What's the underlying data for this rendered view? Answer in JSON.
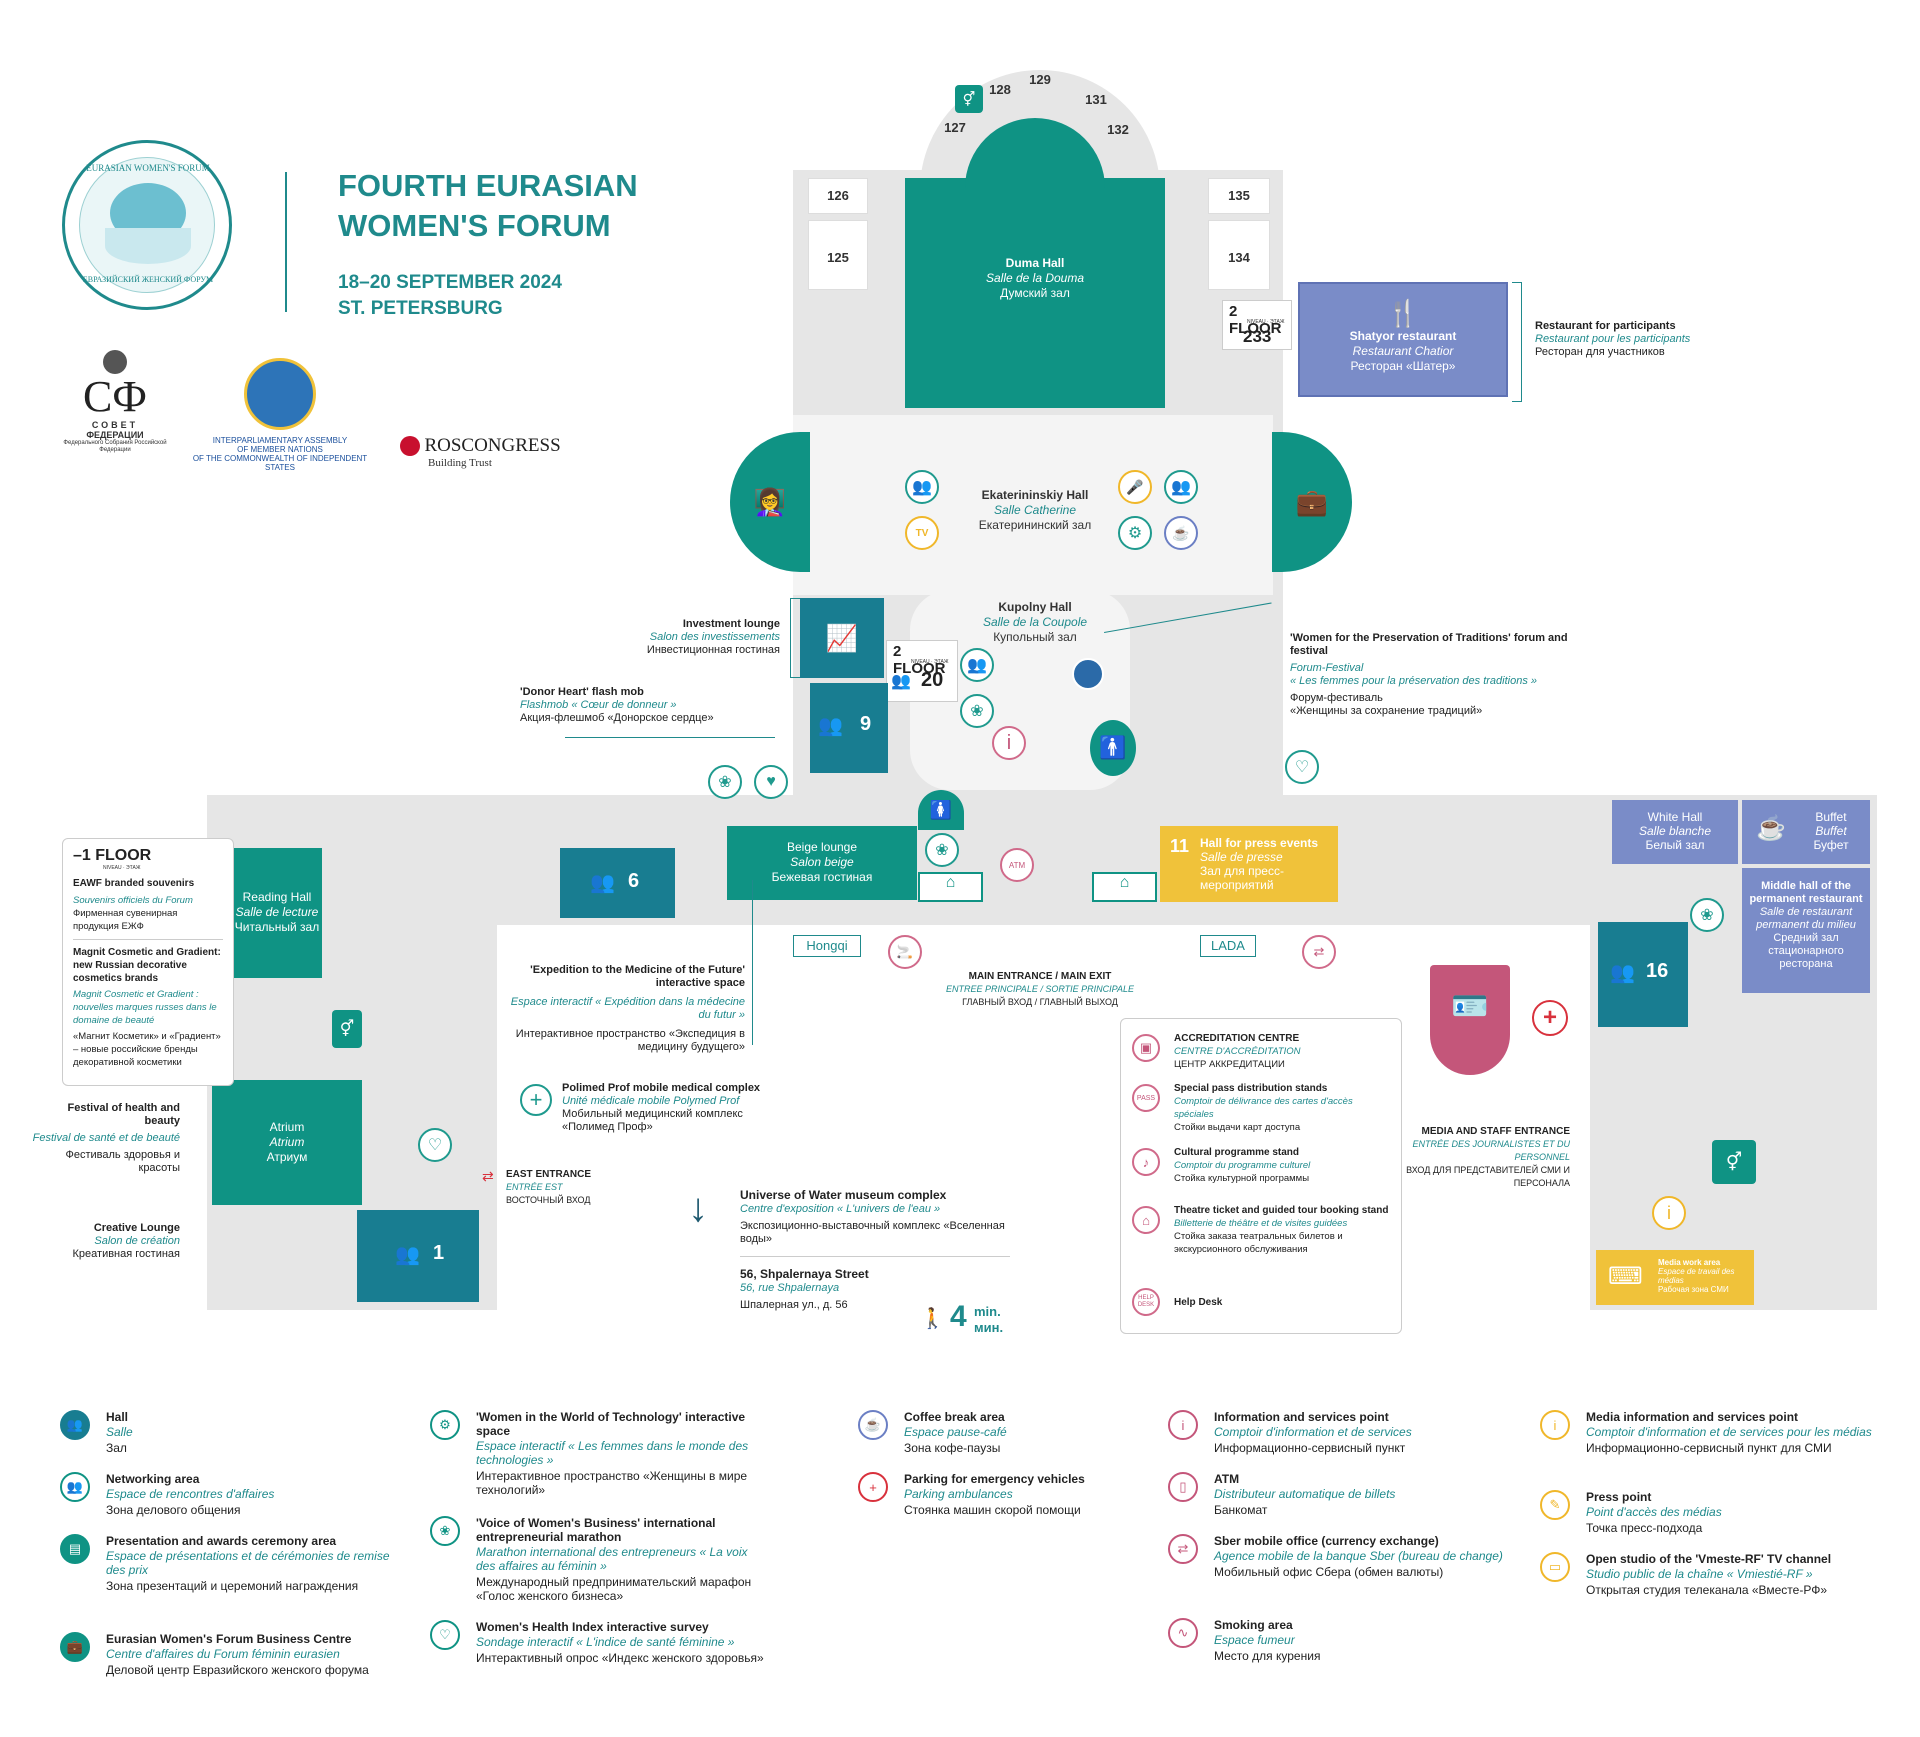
{
  "header": {
    "title_line1": "FOURTH EURASIAN",
    "title_line2": "WOMEN'S FORUM",
    "dates": "18–20 SEPTEMBER 2024",
    "city": "ST. PETERSBURG",
    "logo_ring_top": "EURASIAN WOMEN'S FORUM",
    "logo_ring_bottom": "ЕВРАЗИЙСКИЙ ЖЕНСКИЙ ФОРУМ",
    "sf_logo": "СФ",
    "sf_sub1": "СОВЕТ",
    "sf_sub2": "ФЕДЕРАЦИИ",
    "sf_sub3": "Федерального Собрания Российской Федерации",
    "ipa_line1": "INTERPARLIAMENTARY ASSEMBLY",
    "ipa_line2": "OF MEMBER NATIONS",
    "ipa_line3": "OF THE COMMONWEALTH OF INDEPENDENT STATES",
    "roscongress": "ROSCONGRESS",
    "roscongress_sub": "Building Trust"
  },
  "colors": {
    "teal": "#0f9384",
    "teal_dark": "#187d91",
    "blue": "#7a8cc8",
    "yellow": "#f0c23a",
    "pink": "#c4567a",
    "red": "#d8313c",
    "floor": "#e6e6e6"
  },
  "rooms": {
    "r126": "126",
    "r125": "125",
    "r135": "135",
    "r134": "134",
    "r127": "127",
    "r128": "128",
    "r129": "129",
    "r131": "131",
    "r132": "132",
    "duma_en": "Duma Hall",
    "duma_fr": "Salle de la Douma",
    "duma_ru": "Думский зал",
    "floor2_233_label": "2 FLOOR",
    "floor2_233_niveau": "NIVEAU · ЭТАЖ",
    "floor2_233_num": "233",
    "shatyor_en": "Shatyor restaurant",
    "shatyor_fr": "Restaurant Chatior",
    "shatyor_ru": "Ресторан «Шатер»",
    "ekat_en": "Ekaterininskiy Hall",
    "ekat_fr": "Salle Catherine",
    "ekat_ru": "Екатерининский зал",
    "kupolny_en": "Kupolny Hall",
    "kupolny_fr": "Salle de la Coupole",
    "kupolny_ru": "Купольный зал",
    "floor2_20_label": "2 FLOOR",
    "floor2_20_niveau": "NIVEAU · ЭТАЖ",
    "floor2_20_num": "20",
    "hall9": "9",
    "hall6": "6",
    "hall1": "1",
    "hall16": "16",
    "hall11": "11",
    "beige_en": "Beige lounge",
    "beige_fr": "Salon beige",
    "beige_ru": "Бежевая гостиная",
    "press_en": "Hall for press events",
    "press_fr": "Salle de presse",
    "press_ru": "Зал для пресс-мероприятий",
    "white_en": "White Hall",
    "white_fr": "Salle blanche",
    "white_ru": "Белый зал",
    "buffet_en": "Buffet",
    "buffet_fr": "Buffet",
    "buffet_ru": "Буфет",
    "middle_en": "Middle hall of the permanent restaurant",
    "middle_fr": "Salle de restaurant permanent du milieu",
    "middle_ru": "Средний зал стационарного ресторана",
    "reading_en": "Reading Hall",
    "reading_fr": "Salle de lecture",
    "reading_ru": "Читальный зал",
    "atrium_en": "Atrium",
    "atrium_fr": "Atrium",
    "atrium_ru": "Атриум",
    "media_work_en": "Media work area",
    "media_work_fr": "Espace de travail des médias",
    "media_work_ru": "Рабочая зона СМИ",
    "hongqi": "Hongqi",
    "lada": "LADA",
    "tv": "TV",
    "atm": "ATM",
    "pass": "PASS",
    "help": "HELP DESK"
  },
  "callouts": {
    "restaurant_en": "Restaurant for participants",
    "restaurant_fr": "Restaurant pour les participants",
    "restaurant_ru": "Ресторан для участников",
    "invest_en": "Investment lounge",
    "invest_fr": "Salon des investissements",
    "invest_ru": "Инвестиционная гостиная",
    "donor_en": "'Donor Heart' flash mob",
    "donor_fr": "Flashmob « Cœur de donneur »",
    "donor_ru": "Акция-флешмоб «Донорское сердце»",
    "trad_en": "'Women for the Preservation of Traditions' forum and festival",
    "trad_fr1": "Forum-Festival",
    "trad_fr2": "« Les femmes pour la préservation des traditions »",
    "trad_ru1": "Форум-фестиваль",
    "trad_ru2": "«Женщины за сохранение традиций»",
    "exped_en": "'Expedition to the Medicine of the Future' interactive space",
    "exped_fr": "Espace interactif « Expédition dans la médecine du futur »",
    "exped_ru": "Интерактивное пространство «Экспедиция в медицину будущего»",
    "polimed_en": "Polimed Prof mobile medical complex",
    "polimed_fr": "Unité médicale mobile Polymed Prof",
    "polimed_ru": "Мобильный медицинский комплекс «Полимед Проф»",
    "main_en": "MAIN ENTRANCE / MAIN EXIT",
    "main_fr": "ENTREE PRINCIPALE / SORTIE PRINCIPALE",
    "main_ru": "ГЛАВНЫЙ ВХОД / ГЛАВНЫЙ ВЫХОД",
    "east_en": "EAST ENTRANCE",
    "east_fr": "ENTRÉE EST",
    "east_ru": "ВОСТОЧНЫЙ ВХОД",
    "staff_en": "MEDIA AND STAFF ENTRANCE",
    "staff_fr": "ENTRÉE DES JOURNALISTES ET DU PERSONNEL",
    "staff_ru": "ВХОД ДЛЯ ПРЕДСТАВИТЕЛЕЙ СМИ И ПЕРСОНАЛА",
    "festival_en": "Festival of health and beauty",
    "festival_fr": "Festival de santé et de beauté",
    "festival_ru": "Фестиваль здоровья и красоты",
    "creative_en": "Creative Lounge",
    "creative_fr": "Salon de création",
    "creative_ru": "Креативная гостиная",
    "water_en": "Universe of Water museum complex",
    "water_fr": "Centre d'exposition « L'univers de l'eau »",
    "water_ru": "Экспозиционно-выставочный комплекс «Вселенная воды»",
    "street_en": "56, Shpalernaya Street",
    "street_fr": "56, rue Shpalernaya",
    "street_ru": "Шпалерная ул., д. 56",
    "walk_num": "4",
    "walk_min": "min.",
    "walk_ru": "мин."
  },
  "floor_minus1": {
    "label": "–1 FLOOR",
    "niveau": "NIVEAU · ЭТАЖ",
    "item1_en": "EAWF branded souvenirs",
    "item1_fr": "Souvenirs officiels du Forum",
    "item1_ru": "Фирменная сувенирная продукция ЕЖФ",
    "item2_en": "Magnit Cosmetic and Gradient: new Russian decorative cosmetics brands",
    "item2_fr": "Magnit Cosmetic et Gradient : nouvelles marques russes dans le domaine de beauté",
    "item2_ru": "«Магнит Косметик» и «Градиент» – новые российские бренды декоративной косметики"
  },
  "accreditation": {
    "acc_en": "ACCREDITATION CENTRE",
    "acc_fr": "CENTRE D'ACCRÉDITATION",
    "acc_ru": "ЦЕНТР АККРЕДИТАЦИИ",
    "pass_en": "Special pass distribution stands",
    "pass_fr": "Comptoir de délivrance des cartes d'accès spéciales",
    "pass_ru": "Стойки выдачи карт доступа",
    "cult_en": "Cultural programme stand",
    "cult_fr": "Comptoir du programme culturel",
    "cult_ru": "Стойка культурной программы",
    "theatre_en": "Theatre ticket and guided tour booking stand",
    "theatre_fr": "Billetterie de théâtre et de visites guidées",
    "theatre_ru": "Стойка заказа театральных билетов и экскурсионного обслуживания",
    "help_en": "Help Desk"
  },
  "legend": [
    {
      "en": "Hall",
      "fr": "Salle",
      "ru": "Зал",
      "icon": "people-icon"
    },
    {
      "en": "Networking area",
      "fr": "Espace de rencontres d'affaires",
      "ru": "Зона делового общения",
      "icon": "handshake-icon"
    },
    {
      "en": "Presentation and awards ceremony area",
      "fr": "Espace de présentations et de cérémonies de remise des prix",
      "ru": "Зона презентаций и церемоний награждения",
      "icon": "presentation-icon"
    },
    {
      "en": "Eurasian Women's Forum Business Centre",
      "fr": "Centre d'affaires du Forum féminin eurasien",
      "ru": "Деловой центр Евразийского женского форума",
      "icon": "briefcase-icon"
    },
    {
      "en": "'Women in the World of Technology' interactive space",
      "fr": "Espace interactif « Les femmes dans le monde des technologies »",
      "ru": "Интерактивное пространство «Женщины в мире технологий»",
      "icon": "tech-icon"
    },
    {
      "en": "'Voice of Women's Business' international entrepreneurial marathon",
      "fr": "Marathon international des entrepreneurs « La voix des affaires au féminin »",
      "ru": "Международный предпринимательский марафон «Голос женского бизнеса»",
      "icon": "flower-icon"
    },
    {
      "en": "Women's Health Index interactive survey",
      "fr": "Sondage interactif « L'indice de santé féminine »",
      "ru": "Интерактивный опрос «Индекс женского здоровья»",
      "icon": "heart-hands-icon"
    },
    {
      "en": "Coffee break area",
      "fr": "Espace pause-café",
      "ru": "Зона кофе-паузы",
      "icon": "coffee-icon"
    },
    {
      "en": "Parking for emergency vehicles",
      "fr": "Parking ambulances",
      "ru": "Стоянка машин скорой помощи",
      "icon": "cross-icon"
    },
    {
      "en": "Information and services point",
      "fr": "Comptoir d'information et de services",
      "ru": "Информационно-сервисный пункт",
      "icon": "info-icon"
    },
    {
      "en": "ATM",
      "fr": "Distributeur automatique de billets",
      "ru": "Банкомат",
      "icon": "atm-icon"
    },
    {
      "en": "Sber mobile office (currency exchange)",
      "fr": "Agence mobile de la banque Sber (bureau de change)",
      "ru": "Мобильный офис Сбера (обмен валюты)",
      "icon": "exchange-icon"
    },
    {
      "en": "Smoking area",
      "fr": "Espace fumeur",
      "ru": "Место для курения",
      "icon": "smoking-icon"
    },
    {
      "en": "Media information and services point",
      "fr": "Comptoir d'information et de services pour les médias",
      "ru": "Информационно-сервисный пункт для СМИ",
      "icon": "media-info-icon"
    },
    {
      "en": "Press point",
      "fr": "Point d'accès des médias",
      "ru": "Точка пресс-подхода",
      "icon": "press-icon"
    },
    {
      "en": "Open studio of the 'Vmeste-RF' TV channel",
      "fr": "Studio public de la chaîne « Vmiestié-RF »",
      "ru": "Открытая студия телеканала «Вместе-РФ»",
      "icon": "tv-icon"
    }
  ]
}
